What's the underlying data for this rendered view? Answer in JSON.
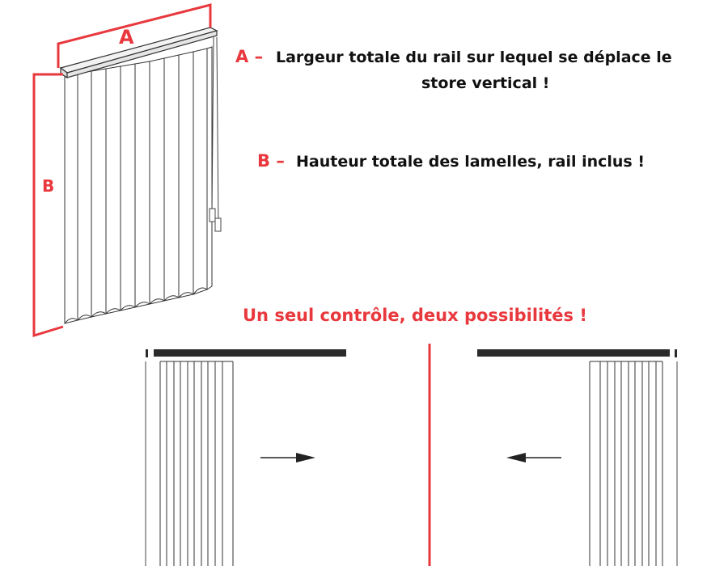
{
  "colors": {
    "accent": "#e8383d",
    "ink": "#1a1a1a",
    "rail": "#2b2b2b"
  },
  "labels": {
    "a_letter": "A",
    "b_letter": "B",
    "a_prefix": "A –",
    "a_line1": "Largeur totale du rail sur lequel se déplace le",
    "a_line2": "store vertical !",
    "b_prefix": "B –",
    "b_text": "Hauteur totale des lamelles, rail inclus !",
    "subtitle": "Un seul contrôle, deux possibilités !"
  },
  "icons": [
    "arrow-right-icon",
    "arrow-left-icon"
  ]
}
